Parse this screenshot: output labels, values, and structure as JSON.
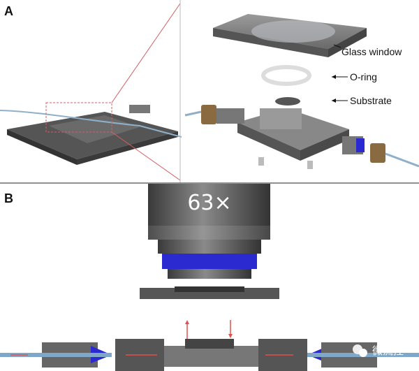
{
  "panels": {
    "a": "A",
    "b": "B"
  },
  "labels": {
    "glass_window": "Glass window",
    "o_ring": "O-ring",
    "substrate": "Substrate"
  },
  "objective": {
    "magnification": "63×"
  },
  "watermark": "微流控",
  "colors": {
    "metal": "#555555",
    "blue": "#2a2ad0",
    "tubing": "#7fa7c8",
    "arrow_red": "#e05050",
    "zoom_line": "#d46060"
  }
}
